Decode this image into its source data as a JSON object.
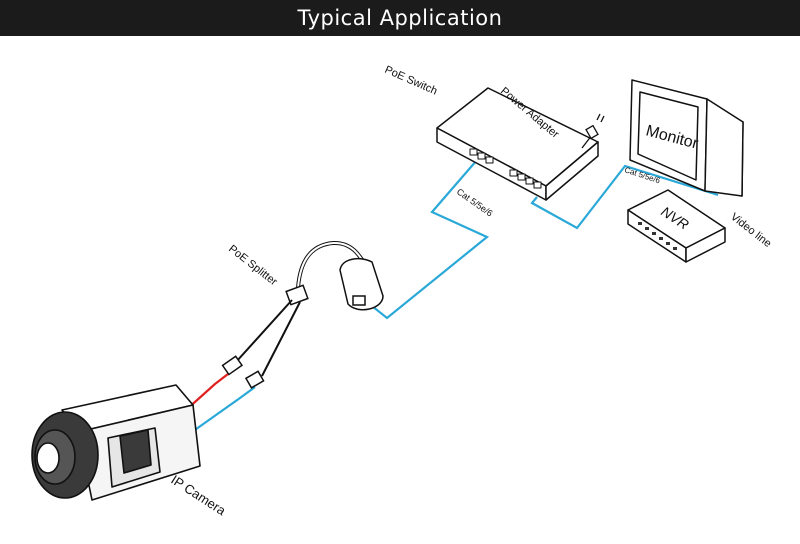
{
  "header": {
    "title": "Typical Application"
  },
  "labels": {
    "poe_switch": "PoE Switch",
    "power_adapter": "Power Adapter",
    "monitor": "Monitor",
    "nvr": "NVR",
    "video_line": "Video line",
    "cat_cable_1": "Cat 5/5e/6",
    "cat_cable_2": "Cat 5/5e/6",
    "poe_splitter": "PoE Splitter",
    "ip_camera": "IP Camera"
  },
  "colors": {
    "header_bg": "#1b1b1b",
    "network_cable": "#2aa8d8",
    "power_cable": "#e02020",
    "outline": "#111111"
  }
}
